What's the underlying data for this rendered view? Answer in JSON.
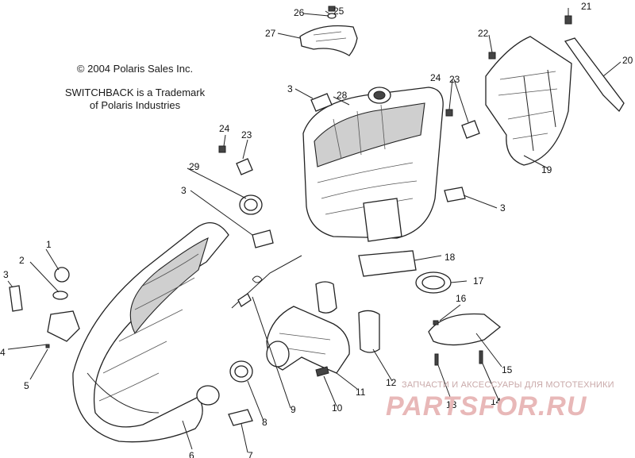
{
  "notice": {
    "copyright": "© 2004 Polaris Sales Inc.",
    "trademark_line1": "SWITCHBACK is a Trademark",
    "trademark_line2": "of Polaris Industries"
  },
  "watermark": {
    "caption": "ЗАПЧАСТИ И АКСЕССУАРЫ ДЛЯ МОТОТЕХНИКИ",
    "logo": "PARTSFOR.RU"
  },
  "callouts": {
    "c1": "1",
    "c2": "2",
    "c3a": "3",
    "c3b": "3",
    "c3c": "3",
    "c3d": "3",
    "c4": "4",
    "c5": "5",
    "c6": "6",
    "c7": "7",
    "c8": "8",
    "c9": "9",
    "c10": "10",
    "c11": "11",
    "c12": "12",
    "c13": "13",
    "c14": "14",
    "c15": "15",
    "c16": "16",
    "c17": "17",
    "c18": "18",
    "c19": "19",
    "c20": "20",
    "c21": "21",
    "c22": "22",
    "c23a": "23",
    "c23b": "23",
    "c24a": "24",
    "c24b": "24",
    "c25": "25",
    "c26": "26",
    "c27": "27",
    "c28": "28",
    "c29": "29"
  }
}
